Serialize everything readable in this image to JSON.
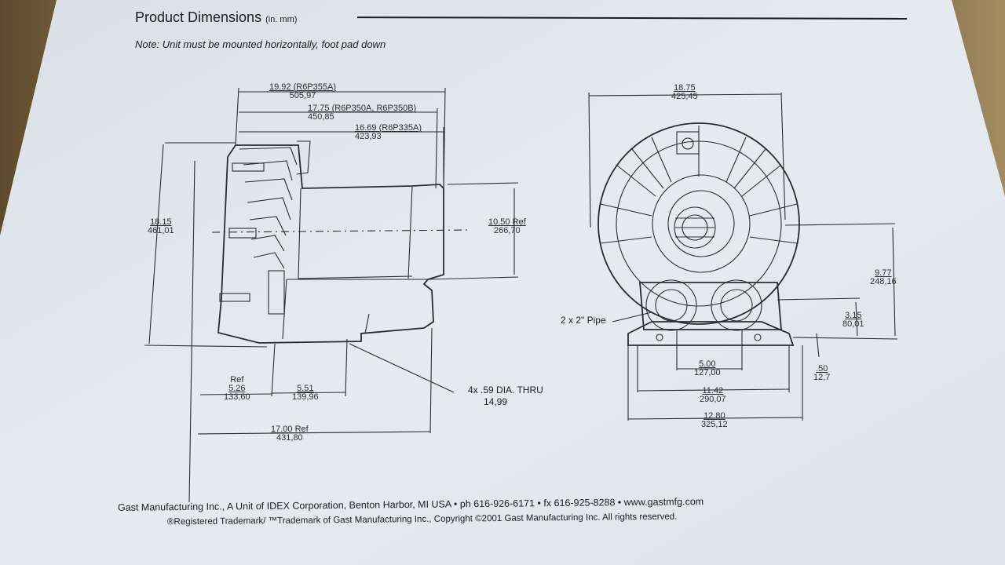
{
  "header": {
    "title": "Product Dimensions",
    "title_unit": "(in. mm)",
    "note_label": "Note:",
    "note_text": "Unit must be mounted horizontally, foot pad down"
  },
  "side_view": {
    "dim_overall_r6p355a": {
      "in": "19.92 (R6P355A)",
      "mm": "505,97"
    },
    "dim_overall_r6p350": {
      "in": "17.75 (R6P350A, R6P350B)",
      "mm": "450,85"
    },
    "dim_overall_r6p335a": {
      "in": "16.69 (R6P335A)",
      "mm": "423,93"
    },
    "dim_height": {
      "in": "18.15",
      "mm": "461,01"
    },
    "dim_motor": {
      "in": "10.50 Ref",
      "mm": "266,70"
    },
    "dim_ref_label": "Ref",
    "dim_526": {
      "in": "5.26",
      "mm": "133,60"
    },
    "dim_551": {
      "in": "5.51",
      "mm": "139,96"
    },
    "dim_1700": {
      "in": "17.00 Ref",
      "mm": "431,80"
    },
    "holes": {
      "in": "4x .59 DIA. THRU",
      "mm": "14,99"
    }
  },
  "front_view": {
    "dim_width": {
      "in": "18.75",
      "mm": "425,45"
    },
    "pipe_label": "2 x 2\" Pipe",
    "dim_977": {
      "in": "9.77",
      "mm": "248,16"
    },
    "dim_315": {
      "in": "3.15",
      "mm": "80,01"
    },
    "dim_050": {
      "in": ".50",
      "mm": "12,7"
    },
    "dim_500": {
      "in": "5.00",
      "mm": "127,00"
    },
    "dim_1142": {
      "in": "11.42",
      "mm": "290,07"
    },
    "dim_1280": {
      "in": "12.80",
      "mm": "325,12"
    }
  },
  "footer": {
    "line1": "Gast Manufacturing Inc., A Unit of IDEX Corporation, Benton Harbor, MI USA • ph 616-926-6171 • fx 616-925-8288 • www.gastmfg.com",
    "line2": "®Registered Trademark/ ™Trademark of Gast Manufacturing Inc., Copyright ©2001 Gast Manufacturing Inc. All rights reserved."
  }
}
